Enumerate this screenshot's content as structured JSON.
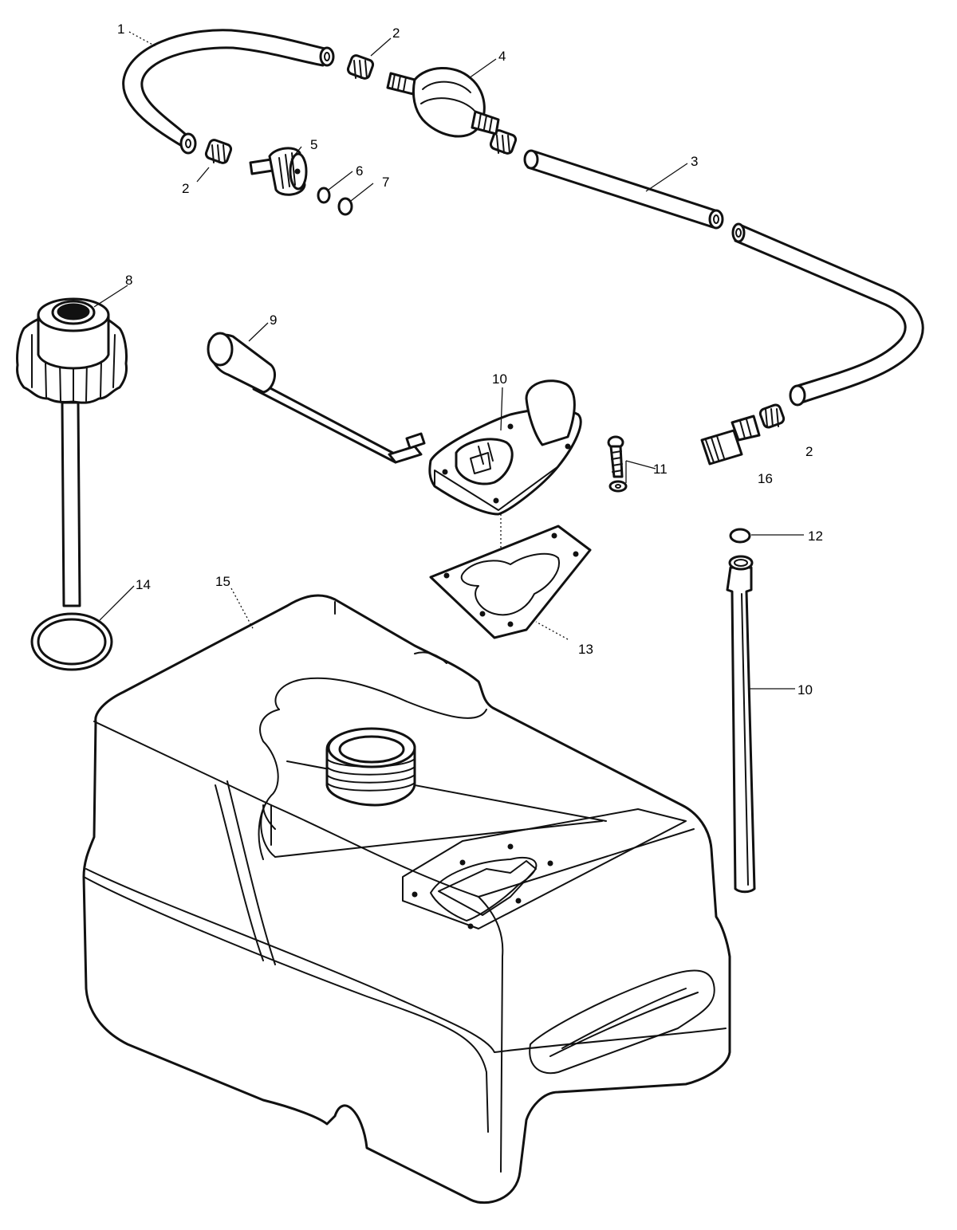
{
  "callouts": {
    "c1": "1",
    "c2a": "2",
    "c2b": "2",
    "c2c": "2",
    "c3": "3",
    "c4": "4",
    "c5": "5",
    "c6": "6",
    "c7": "7",
    "c8": "8",
    "c9": "9",
    "c10a": "10",
    "c10b": "10",
    "c11": "11",
    "c12": "12",
    "c13": "13",
    "c14": "14",
    "c15": "15",
    "c16": "16"
  }
}
